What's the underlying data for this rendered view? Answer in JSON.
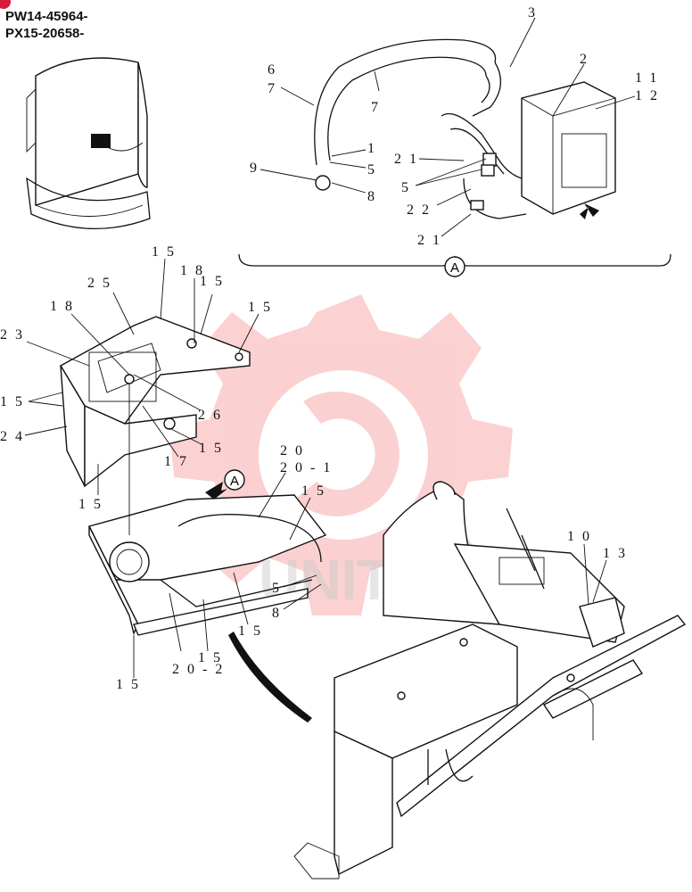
{
  "serials": [
    "PW14-45964-",
    "PX15-20658-"
  ],
  "watermark": {
    "text": "UNITEX",
    "color": "#f05a5a"
  },
  "callouts": {
    "c1": "1",
    "c2": "2",
    "c3": "3",
    "c5a": "5",
    "c5b": "5",
    "c6": "6",
    "c7a": "7",
    "c7b": "7",
    "c8a": "8",
    "c9": "9",
    "c11": "11",
    "c12": "12",
    "c21a": "21",
    "c21b": "21",
    "c22": "22",
    "c15a": "15",
    "c18a": "18",
    "c15b": "15",
    "c25": "25",
    "c18b": "18",
    "c15c": "15",
    "c23": "23",
    "c15d": "15",
    "c26": "26",
    "c24": "24",
    "c15e": "15",
    "c17": "17",
    "c20": "20",
    "c20_1": "20-1",
    "c15f": "15",
    "c15g": "15",
    "c15h": "15",
    "c5c": "5",
    "c8b": "8",
    "c20_2": "20-2",
    "c15i": "15",
    "c15j": "15",
    "c10": "10",
    "c13": "13"
  },
  "view_marker": {
    "top": "A",
    "middle": "A"
  },
  "colors": {
    "line": "#111111",
    "badge": "#d81b3c"
  }
}
